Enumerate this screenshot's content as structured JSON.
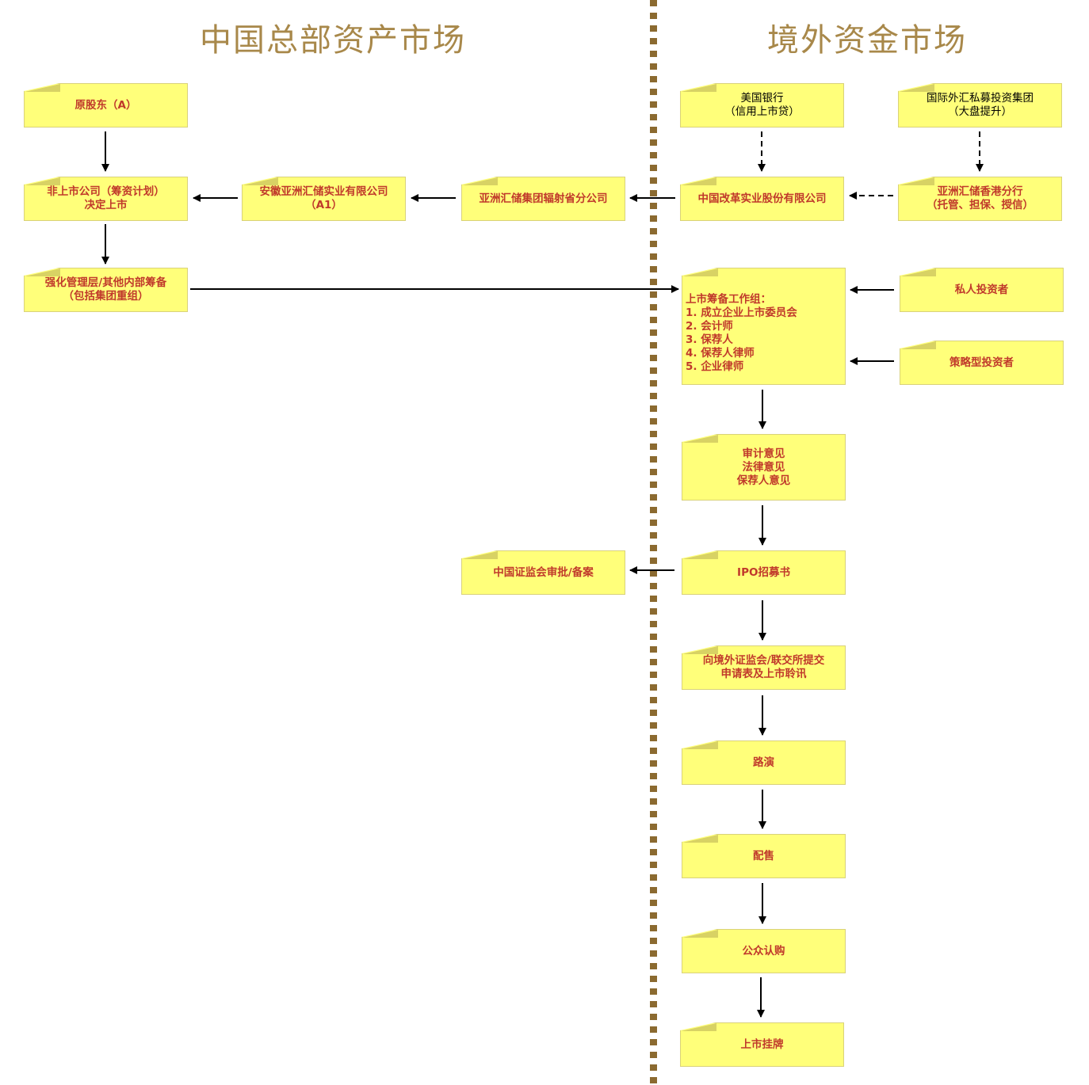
{
  "headings": {
    "left": "中国总部资产市场",
    "right": "境外资金市场"
  },
  "nodes": {
    "orig_shareholder": [
      "原股东（A）"
    ],
    "unlisted_company": [
      "非上市公司（筹资计划）",
      "决定上市"
    ],
    "strengthen_mgmt": [
      "强化管理层/其他内部筹备",
      "（包括集团重组）"
    ],
    "anhui_company": [
      "安徽亚洲汇储实业有限公司",
      "（A1）"
    ],
    "asia_branch": [
      "亚洲汇储集团辐射省分公司"
    ],
    "csrc": [
      "中国证监会审批/备案"
    ],
    "bank_of_america": [
      "美国银行",
      "（信用上市贷）"
    ],
    "intl_fx_group": [
      "国际外汇私募投资集团",
      "（大盘提升）"
    ],
    "china_reform": [
      "中国改革实业股份有限公司"
    ],
    "hk_branch": [
      "亚洲汇储香港分行",
      "（托管、担保、授信）"
    ],
    "working_group": [
      "上市筹备工作组：",
      "1. 成立企业上市委员会",
      "2. 会计师",
      "3. 保荐人",
      "4. 保荐人律师",
      "5. 企业律师"
    ],
    "private_investors": [
      "私人投资者"
    ],
    "strategic_investors": [
      "策略型投资者"
    ],
    "opinions": [
      "审计意见",
      "法律意见",
      "保荐人意见"
    ],
    "ipo_prospectus": [
      "IPO招募书"
    ],
    "submit_application": [
      "向境外证监会/联交所提交",
      "申请表及上市聆讯"
    ],
    "roadshow": [
      "路演"
    ],
    "placement": [
      "配售"
    ],
    "public_subscription": [
      "公众认购"
    ],
    "listing": [
      "上市挂牌"
    ]
  },
  "colors": {
    "note_fill": "#ffff7a",
    "note_text": "#c0392b",
    "heading": "#a8884a",
    "divider": "#8b6a30"
  }
}
